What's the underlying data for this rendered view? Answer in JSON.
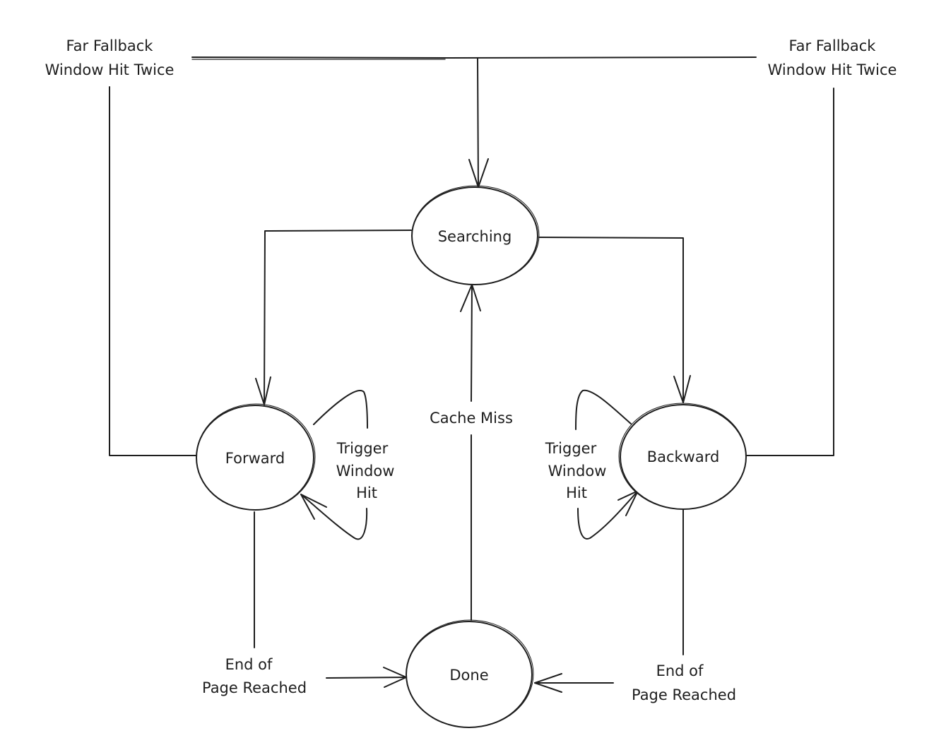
{
  "diagram": {
    "title": "Cache search state machine",
    "stroke_color": "#1e1e1e",
    "background": "#ffffff",
    "states": {
      "searching": "Searching",
      "forward": "Forward",
      "backward": "Backward",
      "done": "Done"
    },
    "transitions": {
      "far_fallback_left": [
        "Far Fallback",
        "Window Hit Twice"
      ],
      "far_fallback_right": [
        "Far Fallback",
        "Window Hit Twice"
      ],
      "cache_miss": "Cache Miss",
      "trigger_forward": [
        "Trigger",
        "Window",
        "Hit"
      ],
      "trigger_backward": [
        "Trigger",
        "Window",
        "Hit"
      ],
      "end_forward": [
        "End of",
        "Page Reached"
      ],
      "end_backward": [
        "End of",
        "Page Reached"
      ]
    },
    "edges": [
      {
        "from": "Forward",
        "to": "Searching",
        "label": "Far Fallback Window Hit Twice"
      },
      {
        "from": "Backward",
        "to": "Searching",
        "label": "Far Fallback Window Hit Twice"
      },
      {
        "from": "Searching",
        "to": "Forward",
        "label": ""
      },
      {
        "from": "Searching",
        "to": "Backward",
        "label": ""
      },
      {
        "from": "Forward",
        "to": "Forward",
        "label": "Trigger Window Hit"
      },
      {
        "from": "Backward",
        "to": "Backward",
        "label": "Trigger Window Hit"
      },
      {
        "from": "Forward",
        "to": "Done",
        "label": "End of Page Reached"
      },
      {
        "from": "Backward",
        "to": "Done",
        "label": "End of Page Reached"
      },
      {
        "from": "Done",
        "to": "Searching",
        "label": "Cache Miss"
      }
    ]
  }
}
